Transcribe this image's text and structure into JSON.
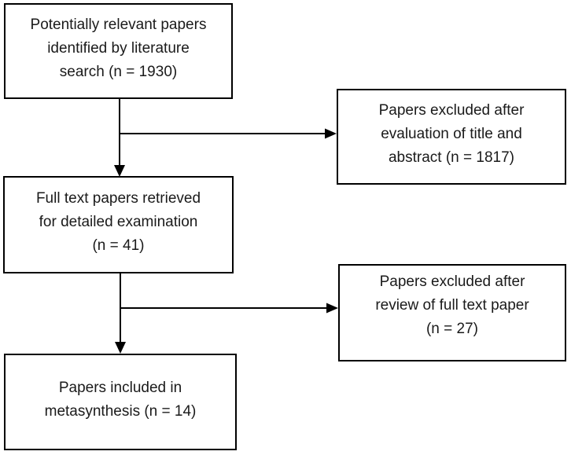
{
  "diagram": {
    "background": "#ffffff",
    "line_color": "#000000",
    "text_color": "#1a1a1a",
    "boxes": {
      "identified": {
        "text": "Potentially relevant papers\nidentified by literature\nsearch (n = 1930)",
        "n": 1930
      },
      "excluded_title_abstract": {
        "text": "Papers excluded after\nevaluation of title and\nabstract (n = 1817)",
        "n": 1817
      },
      "fulltext_retrieved": {
        "text": "Full text papers retrieved\nfor detailed examination\n(n = 41)",
        "n": 41
      },
      "excluded_fulltext": {
        "text": "Papers excluded after\nreview of full text paper\n(n = 27)",
        "n": 27
      },
      "included": {
        "text": "Papers included in\nmetasynthesis (n = 14)",
        "n": 14
      }
    },
    "arrows": [
      {
        "from": "identified",
        "to": "fulltext_retrieved"
      },
      {
        "from": "identified",
        "to": "excluded_title_abstract"
      },
      {
        "from": "fulltext_retrieved",
        "to": "included"
      },
      {
        "from": "fulltext_retrieved",
        "to": "excluded_fulltext"
      }
    ]
  }
}
